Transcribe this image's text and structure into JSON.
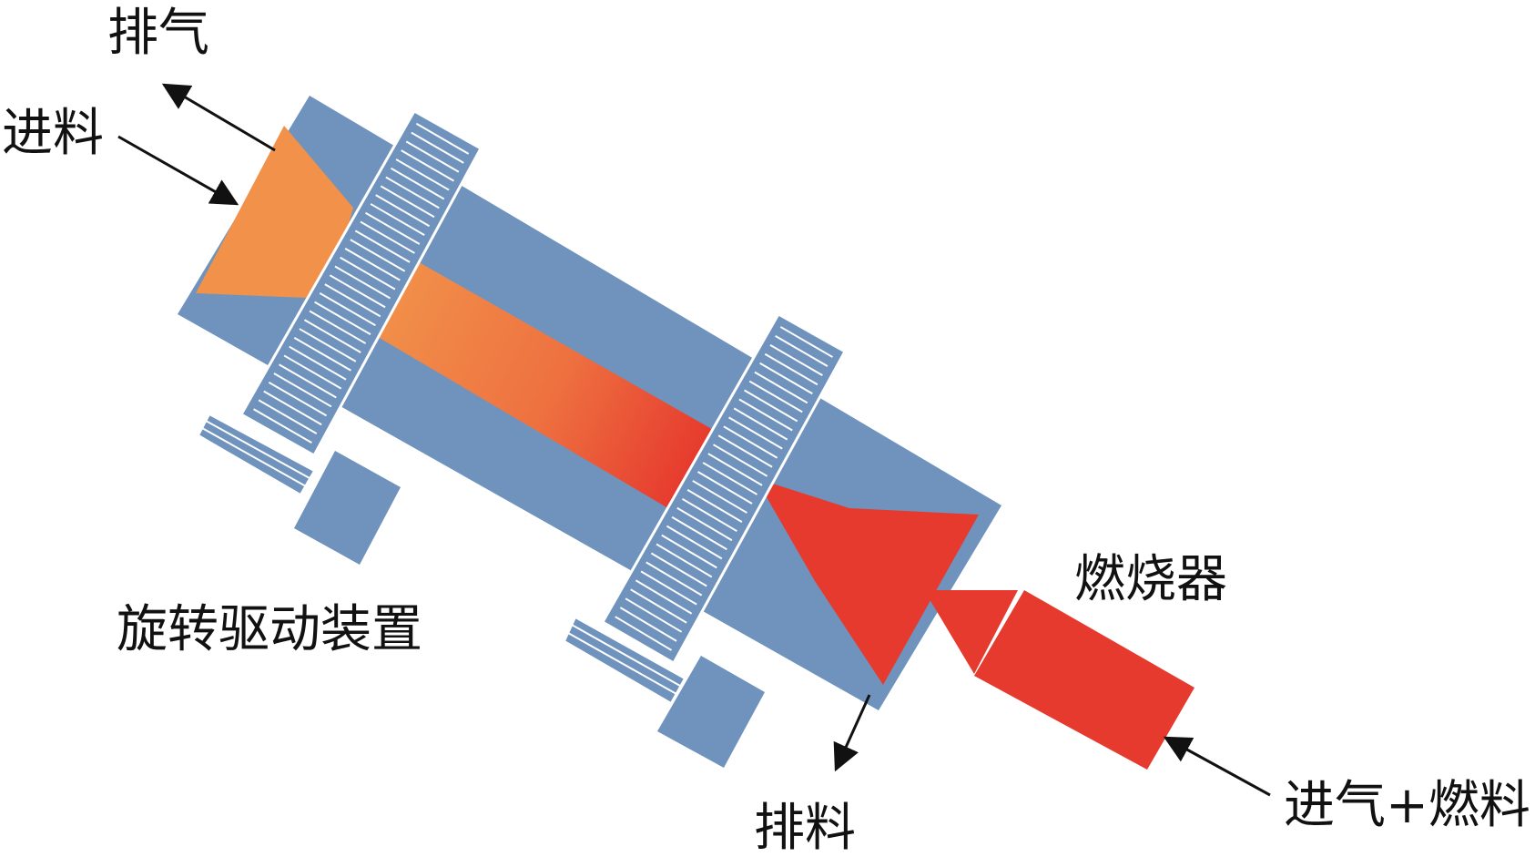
{
  "labels": {
    "exhaust": "排气",
    "feed": "进料",
    "drive": "旋转驱动装置",
    "burner": "燃烧器",
    "discharge": "排料",
    "air_fuel": "进气+燃料"
  },
  "colors": {
    "kiln_body": "#6F93BD",
    "feed_orange": "#F1914A",
    "hot_red": "#E63A2E",
    "ring_line": "#FFFFFF",
    "arrow": "#111111"
  }
}
